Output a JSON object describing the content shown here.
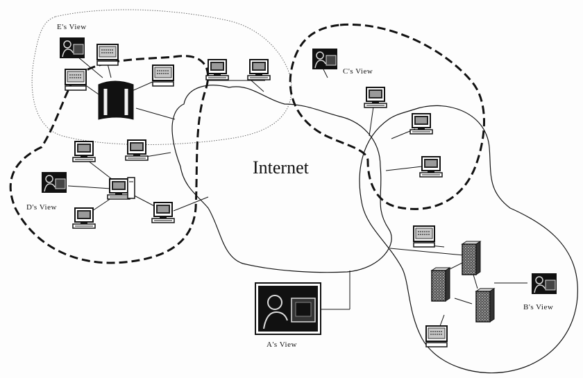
{
  "diagram": {
    "center_label": "Internet",
    "views": {
      "a": "A's View",
      "b": "B's View",
      "c": "C's View",
      "d": "D's View",
      "e": "E's View"
    }
  }
}
